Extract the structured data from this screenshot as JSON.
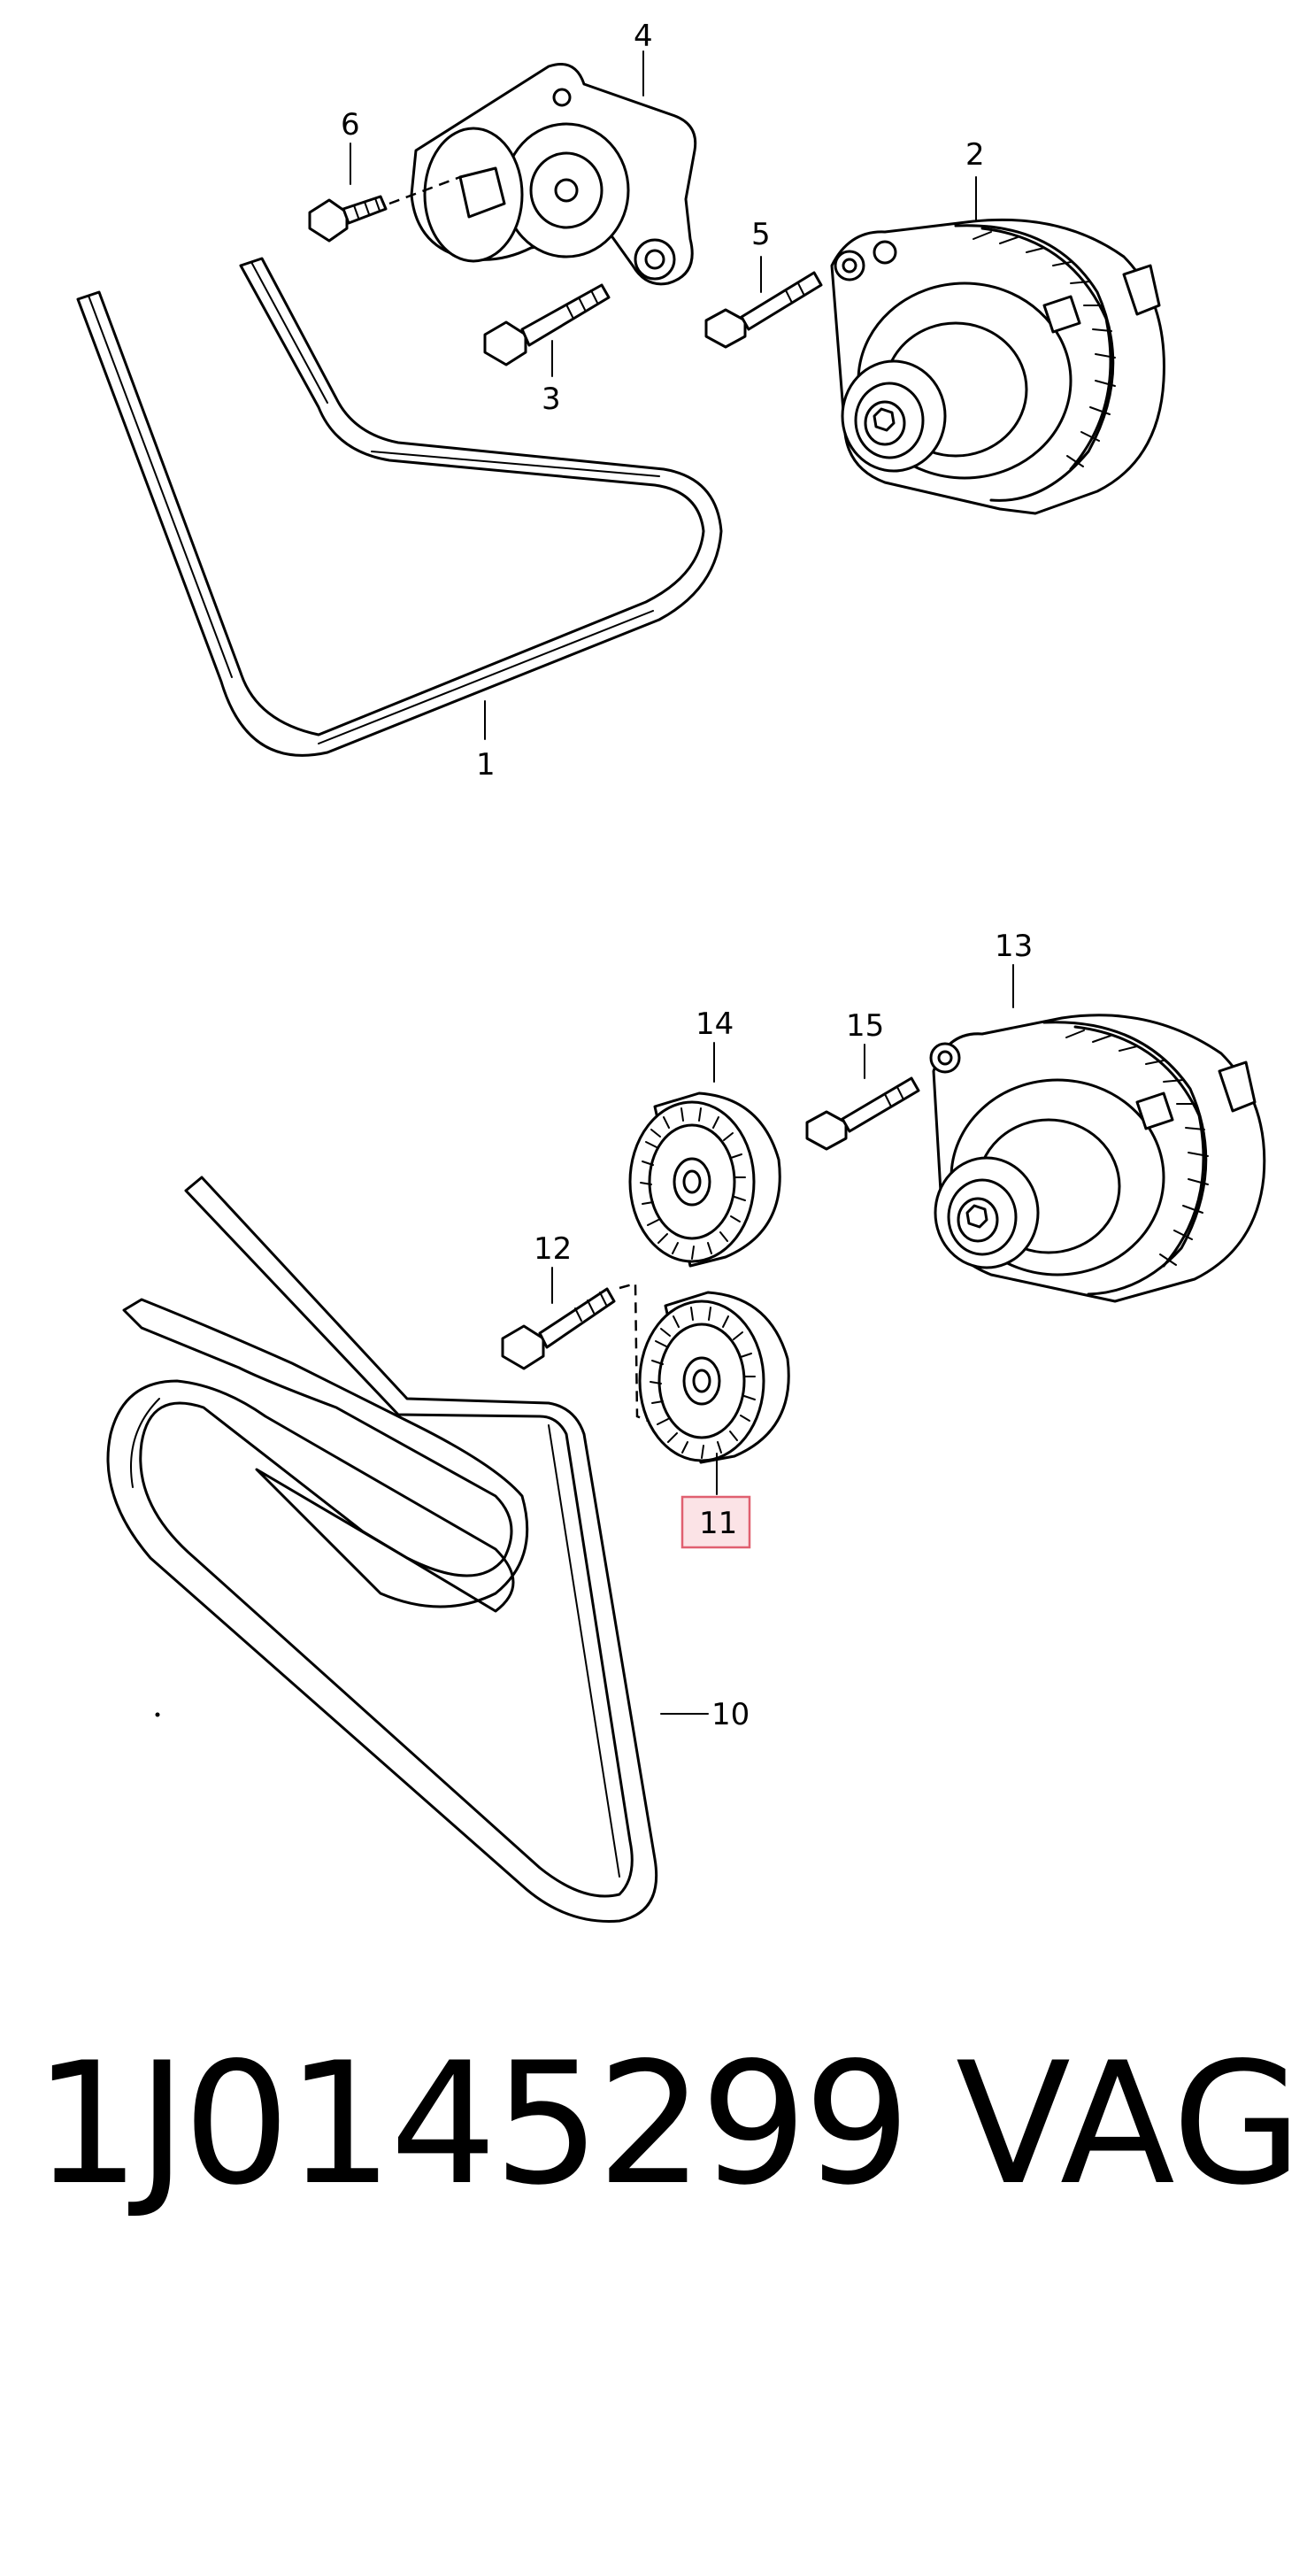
{
  "labels": {
    "p1": "1",
    "p2": "2",
    "p3": "3",
    "p4": "4",
    "p5": "5",
    "p6": "6",
    "p10": "10",
    "p11": "11",
    "p12": "12",
    "p13": "13",
    "p14": "14",
    "p15": "15"
  },
  "highlight": {
    "part": "11",
    "color": "#e06070",
    "fill": "#fbe3e6"
  },
  "footer": {
    "part_number": "1J0145299",
    "brand": "VAG"
  }
}
